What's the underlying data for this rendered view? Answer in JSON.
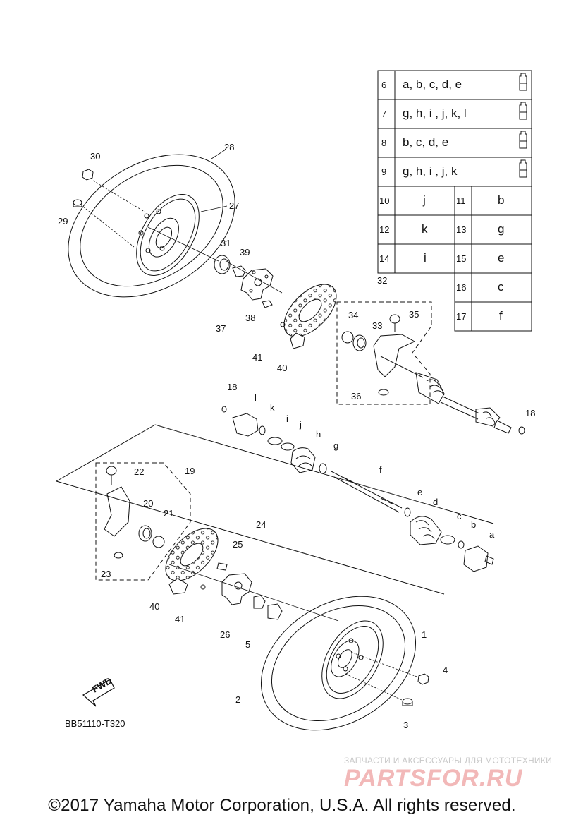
{
  "diagram_code": "BB51110-T320",
  "copyright": "©2017 Yamaha Motor Corporation, U.S.A. All rights reserved.",
  "watermark": {
    "caption": "ЗАПЧАСТИ И АКСЕССУАРЫ ДЛЯ МОТОТЕХНИКИ",
    "logo": "PARTSFOR.RU"
  },
  "fwd_label": "FWD",
  "table": {
    "kits": [
      {
        "num": "6",
        "parts": "a, b, c, d, e"
      },
      {
        "num": "7",
        "parts": "g, h, i , j, k, l"
      },
      {
        "num": "8",
        "parts": "b, c, d, e"
      },
      {
        "num": "9",
        "parts": "g, h, i , j, k"
      }
    ],
    "pairs": [
      {
        "left_num": "10",
        "left_val": "j",
        "right_num": "11",
        "right_val": "b"
      },
      {
        "left_num": "12",
        "left_val": "k",
        "right_num": "13",
        "right_val": "g"
      },
      {
        "left_num": "14",
        "left_val": "i",
        "right_num": "15",
        "right_val": "e"
      },
      {
        "left_num": "",
        "left_val": "",
        "right_num": "16",
        "right_val": "c"
      },
      {
        "left_num": "",
        "left_val": "",
        "right_num": "17",
        "right_val": "f"
      }
    ]
  },
  "labels": {
    "l28": "28",
    "l30": "30",
    "l27": "27",
    "l29": "29",
    "l31": "31",
    "l39": "39",
    "l37": "37",
    "l38": "38",
    "l41a": "41",
    "l40a": "40",
    "l32": "32",
    "l34": "34",
    "l33": "33",
    "l35": "35",
    "l36": "36",
    "l18a": "18",
    "l18b": "18",
    "ll": "l",
    "lk": "k",
    "li": "i",
    "lj": "j",
    "lh": "h",
    "lg": "g",
    "lf": "f",
    "le": "e",
    "ld": "d",
    "lc": "c",
    "lb": "b",
    "la": "a",
    "l22": "22",
    "l19": "19",
    "l20": "20",
    "l21": "21",
    "l23": "23",
    "l24": "24",
    "l25": "25",
    "l40b": "40",
    "l41b": "41",
    "l26": "26",
    "l5": "5",
    "l1": "1",
    "l4": "4",
    "l2": "2",
    "l3": "3"
  }
}
